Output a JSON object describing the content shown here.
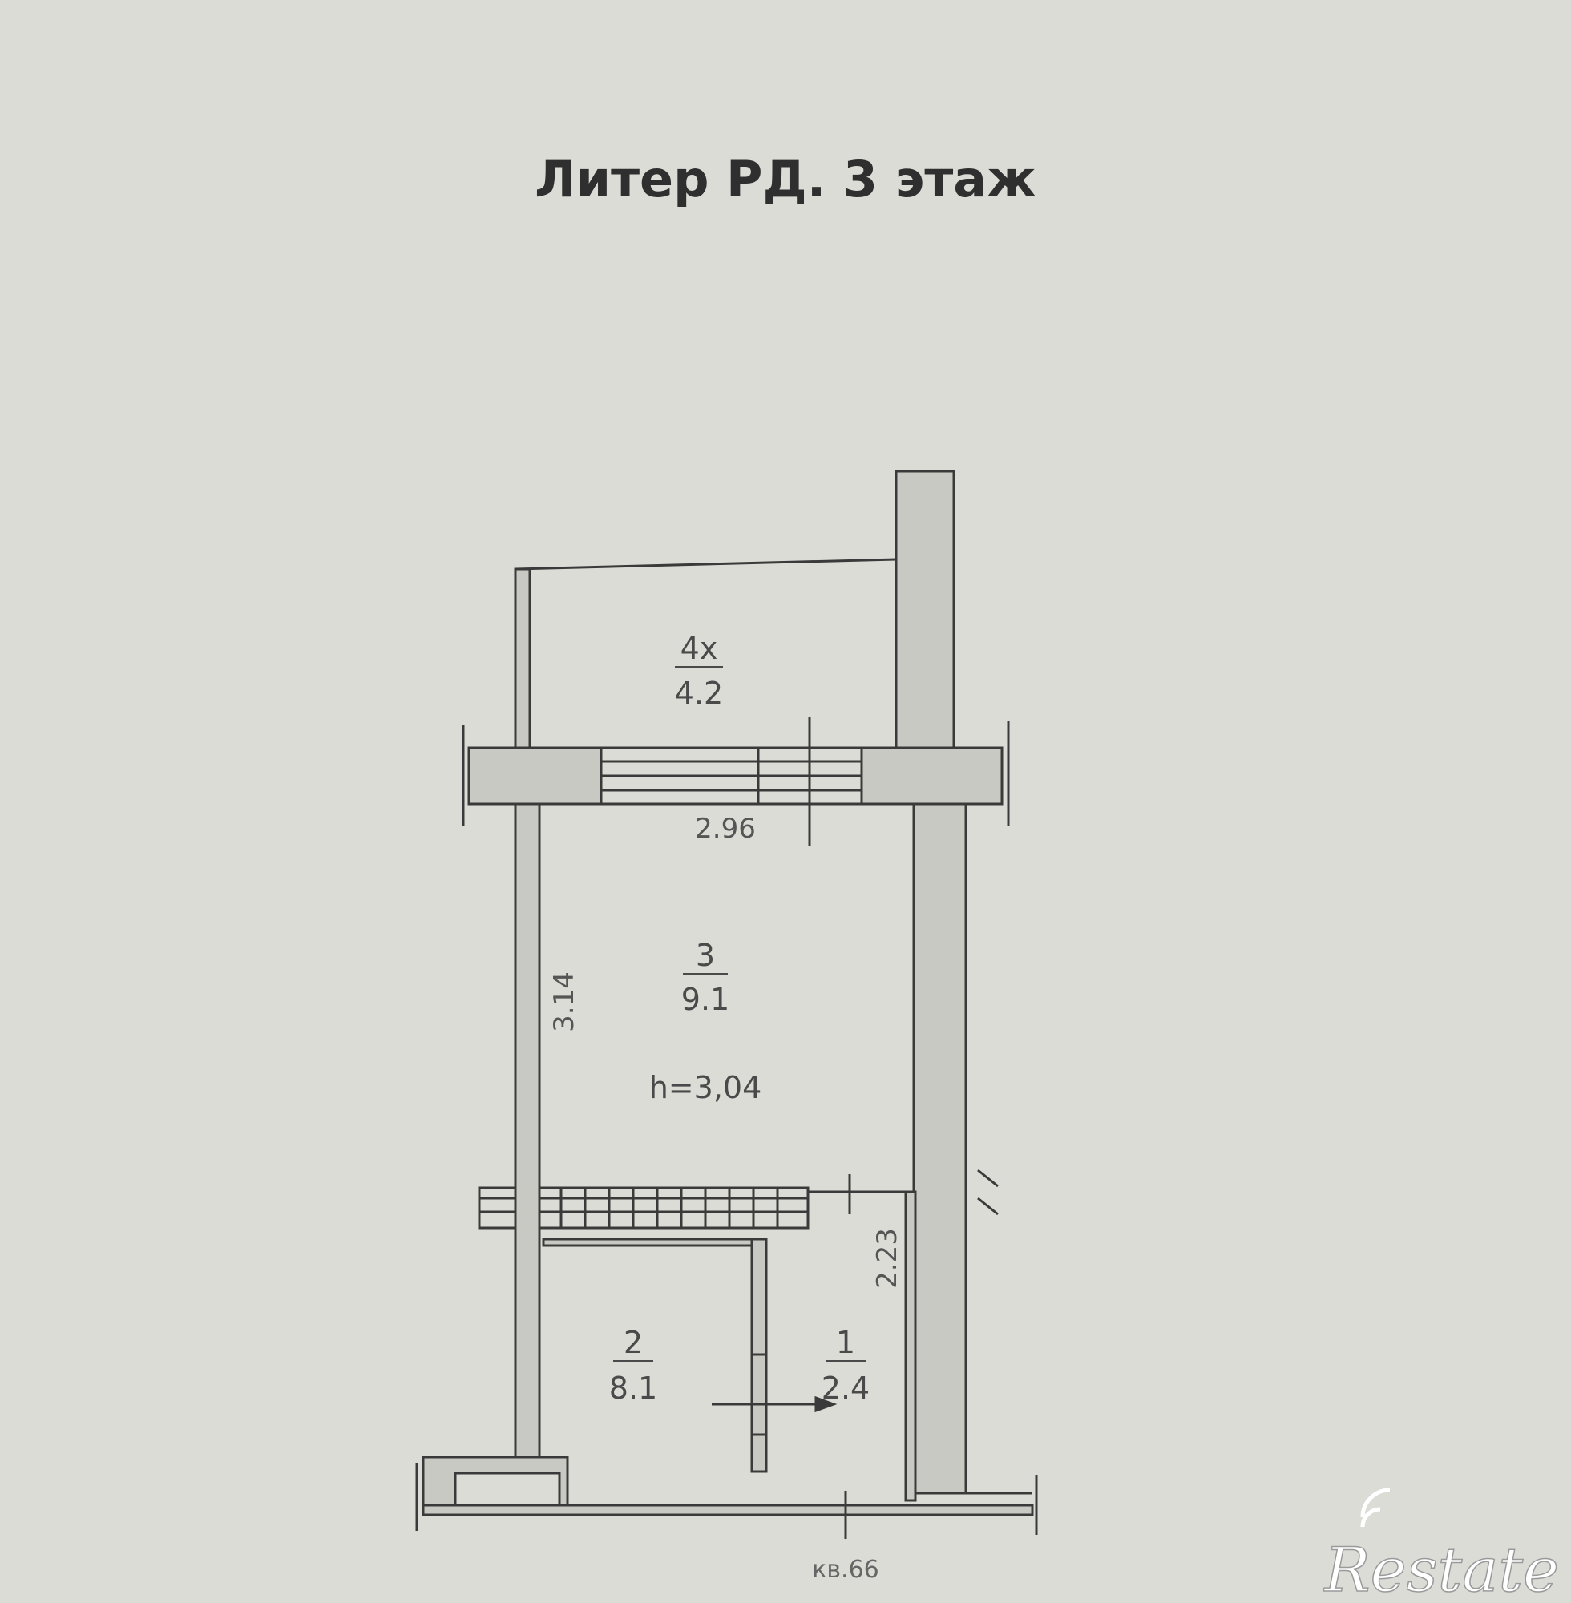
{
  "title": "Литер  РД.  3 этаж",
  "rooms": [
    {
      "number": "4х",
      "area": "4.2"
    },
    {
      "number": "3",
      "area": "9.1",
      "height": "h=3,04"
    },
    {
      "number": "2",
      "area": "8.1"
    },
    {
      "number": "1",
      "area": "2.4"
    }
  ],
  "dimensions": {
    "width_top": "2.96",
    "length_left": "3.14",
    "length_bathroom": "2.23"
  },
  "apartment_label": "кв.66",
  "watermark": "Restate",
  "colors": {
    "background": "#dcdcd7",
    "ink": "#3a3a3a",
    "wall_fill": "#c9c9c4"
  }
}
